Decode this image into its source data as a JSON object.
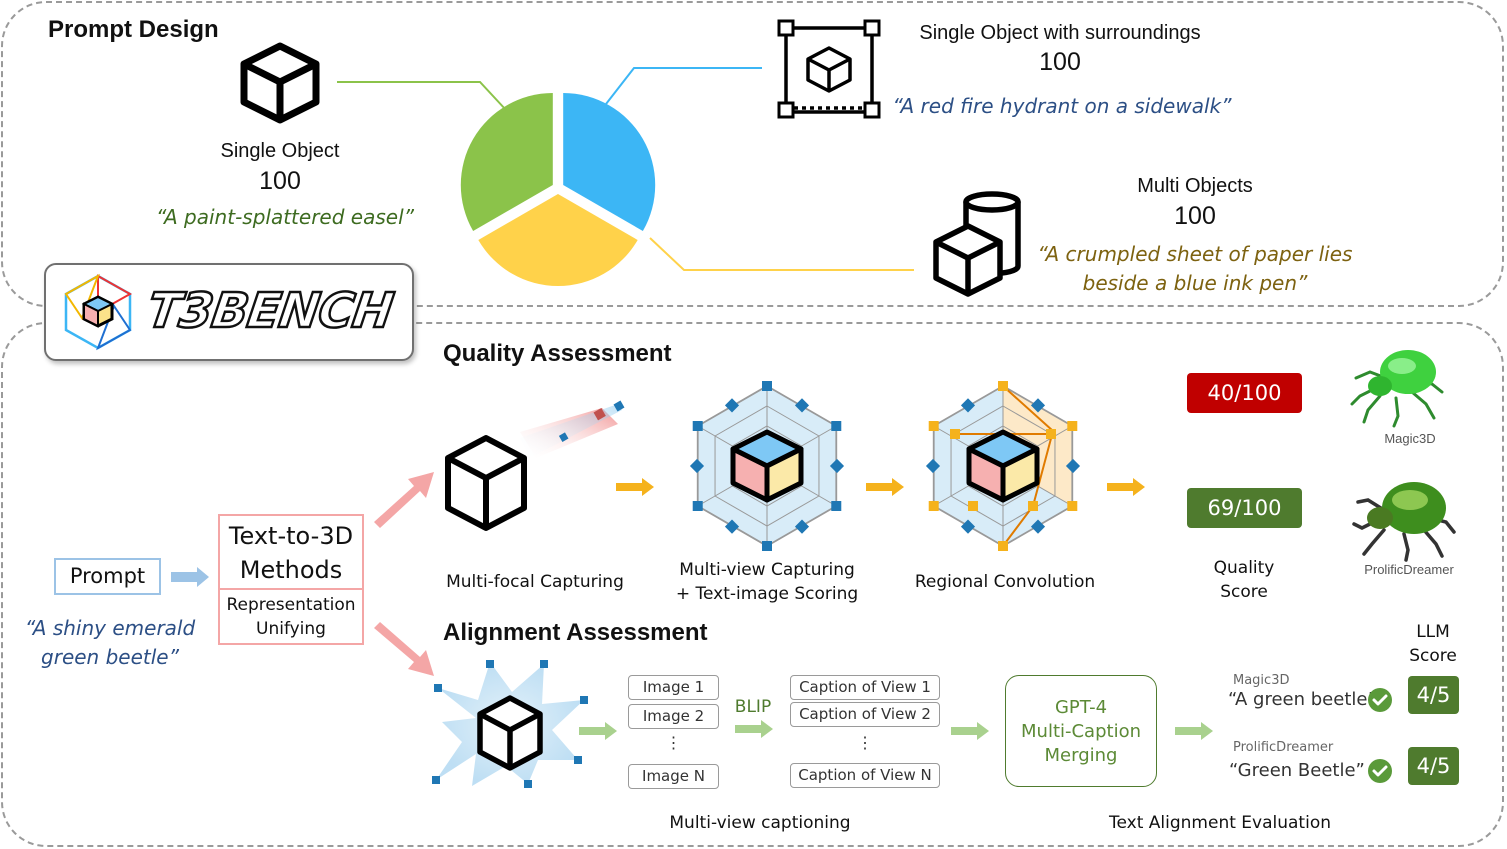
{
  "prompt_design": {
    "title": "Prompt Design",
    "single_object": {
      "label": "Single Object",
      "count": "100",
      "example": "“A paint-splattered easel”"
    },
    "surroundings": {
      "label": "Single Object with surroundings",
      "count": "100",
      "example": "“A red fire hydrant on a sidewalk”"
    },
    "multi_objects": {
      "label": "Multi Objects",
      "count": "100",
      "example_line1": "“A crumpled sheet of paper lies",
      "example_line2": "beside a blue ink pen”"
    },
    "pie_colors": {
      "single": "#8bc34a",
      "surroundings": "#3cb6f5",
      "multi": "#ffd24a"
    }
  },
  "logo": {
    "text": "T3BENCH"
  },
  "pipeline": {
    "prompt_label": "Prompt",
    "prompt_example_line1": "“A shiny emerald",
    "prompt_example_line2": "green beetle”",
    "methods_line1": "Text-to-3D",
    "methods_line2": "Methods",
    "unify_line1": "Representation",
    "unify_line2": "Unifying"
  },
  "quality": {
    "title": "Quality Assessment",
    "step1": "Multi-focal Capturing",
    "step2_line1": "Multi-view Capturing",
    "step2_line2": "+ Text-image Scoring",
    "step3": "Regional Convolution",
    "score_magic": "40/100",
    "score_prolific": "69/100",
    "score_label_line1": "Quality",
    "score_label_line2": "Score",
    "model_magic": "Magic3D",
    "model_prolific": "ProlificDreamer",
    "colors": {
      "low": "#c00000",
      "high": "#4f7b2e"
    }
  },
  "alignment": {
    "title": "Alignment Assessment",
    "images": [
      "Image 1",
      "Image 2",
      "⋮",
      "Image N"
    ],
    "blip": "BLIP",
    "captions": [
      "Caption of View 1",
      "Caption of View 2",
      "⋮",
      "Caption of View N"
    ],
    "gpt_line1": "GPT-4",
    "gpt_line2": "Multi-Caption",
    "gpt_line3": "Merging",
    "llm_label_line1": "LLM",
    "llm_label_line2": "Score",
    "magic_name": "Magic3D",
    "magic_caption": "“A green beetle”",
    "magic_score": "4/5",
    "prolific_name": "ProlificDreamer",
    "prolific_caption": "“Green Beetle”",
    "prolific_score": "4/5",
    "caption_section": "Multi-view captioning",
    "eval_section": "Text Alignment Evaluation"
  }
}
